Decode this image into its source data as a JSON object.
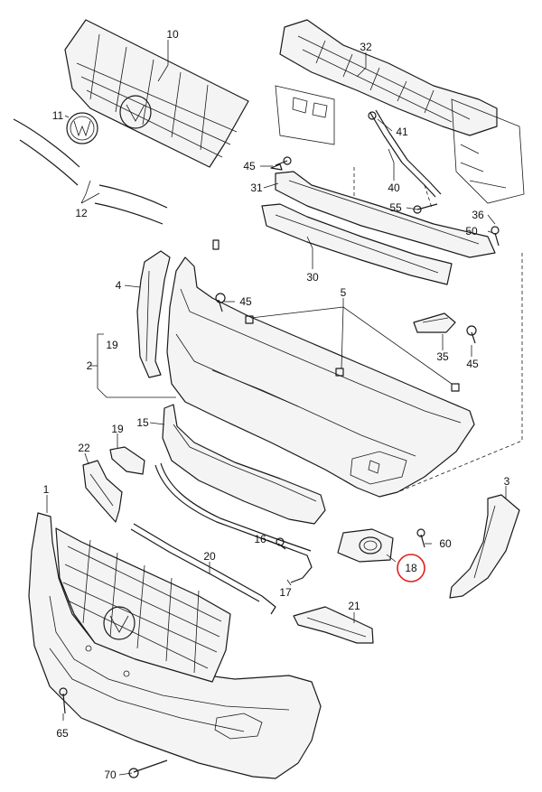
{
  "diagram": {
    "highlight_color": "#e0201e",
    "line_color": "#1a1a1a",
    "highlighted_callout": "18",
    "callouts": [
      {
        "id": "c10",
        "text": "10"
      },
      {
        "id": "c32",
        "text": "32"
      },
      {
        "id": "c11",
        "text": "11"
      },
      {
        "id": "c41",
        "text": "41"
      },
      {
        "id": "c45a",
        "text": "45"
      },
      {
        "id": "c31",
        "text": "31"
      },
      {
        "id": "c40",
        "text": "40"
      },
      {
        "id": "c55",
        "text": "55"
      },
      {
        "id": "c12",
        "text": "12"
      },
      {
        "id": "c36",
        "text": "36"
      },
      {
        "id": "c50",
        "text": "50"
      },
      {
        "id": "c30",
        "text": "30"
      },
      {
        "id": "c4",
        "text": "4"
      },
      {
        "id": "c5",
        "text": "5"
      },
      {
        "id": "c45b",
        "text": "45"
      },
      {
        "id": "c19a",
        "text": "19"
      },
      {
        "id": "c35",
        "text": "35"
      },
      {
        "id": "c2",
        "text": "2"
      },
      {
        "id": "c45c",
        "text": "45"
      },
      {
        "id": "c15",
        "text": "15"
      },
      {
        "id": "c19b",
        "text": "19"
      },
      {
        "id": "c22",
        "text": "22"
      },
      {
        "id": "c3",
        "text": "3"
      },
      {
        "id": "c1",
        "text": "1"
      },
      {
        "id": "c16",
        "text": "16"
      },
      {
        "id": "c60",
        "text": "60"
      },
      {
        "id": "c20",
        "text": "20"
      },
      {
        "id": "c18",
        "text": "18"
      },
      {
        "id": "c17",
        "text": "17"
      },
      {
        "id": "c21",
        "text": "21"
      },
      {
        "id": "c65",
        "text": "65"
      },
      {
        "id": "c70",
        "text": "70"
      }
    ]
  }
}
